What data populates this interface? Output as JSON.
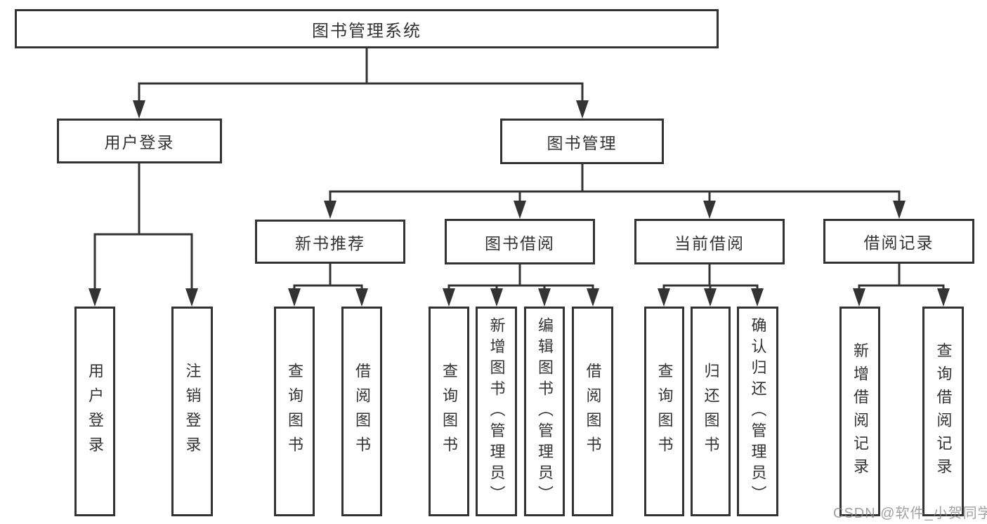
{
  "diagram_title": "图书管理系统",
  "tree": {
    "label": "图书管理系统",
    "children": [
      {
        "label": "用户登录",
        "children": [
          {
            "label": "用户登录"
          },
          {
            "label": "注销登录"
          }
        ]
      },
      {
        "label": "图书管理",
        "children": [
          {
            "label": "新书推荐",
            "children": [
              {
                "label": "查询图书"
              },
              {
                "label": "借阅图书"
              }
            ]
          },
          {
            "label": "图书借阅",
            "children": [
              {
                "label": "查询图书"
              },
              {
                "label": "新增图书（管理员）"
              },
              {
                "label": "编辑图书（管理员）"
              },
              {
                "label": "借阅图书"
              }
            ]
          },
          {
            "label": "当前借阅",
            "children": [
              {
                "label": "查询图书"
              },
              {
                "label": "归还图书"
              },
              {
                "label": "确认归还（管理员）"
              }
            ]
          },
          {
            "label": "借阅记录",
            "children": [
              {
                "label": "新增借阅记录"
              },
              {
                "label": "查询借阅记录"
              }
            ]
          }
        ]
      }
    ]
  },
  "watermark": {
    "text": "CSDN @软件_小贺同学"
  },
  "colors": {
    "line": "#333333",
    "box_border": "#333333",
    "text": "#333333",
    "watermark": "#878787",
    "background": "#ffffff"
  }
}
